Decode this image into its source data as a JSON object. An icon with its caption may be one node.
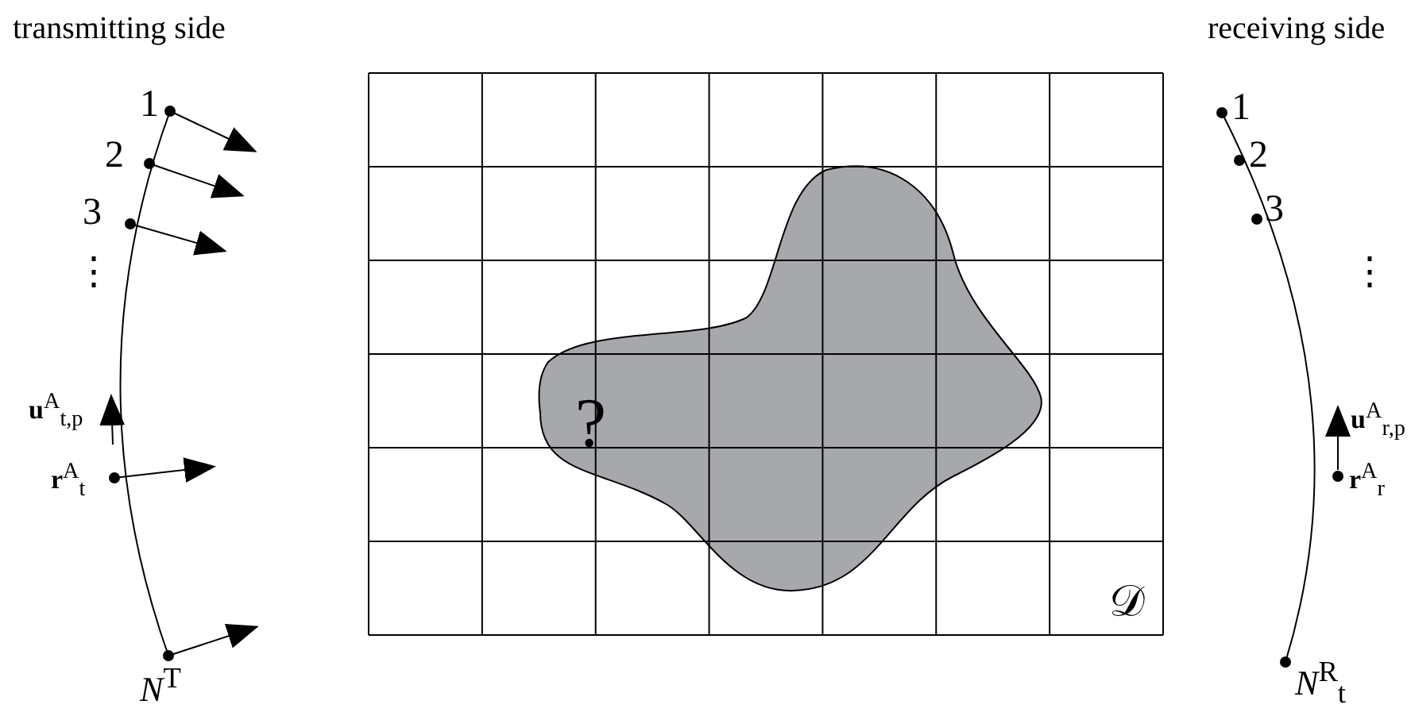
{
  "diagram": {
    "labels": [
      "transmitting side",
      "1",
      "2",
      "3",
      "⋮",
      "**u**$^{A}$$_{t,p}$",
      "**r**$^{A}$$_{t}$",
      "*N*$^{T}$",
      "?",
      "𝒟",
      "receiving side",
      "1",
      "2",
      "3",
      "⋮",
      "**u**$^{A}$$_{r,p}$",
      "**r**$^{A}$$_{r}$",
      "*N*$^{R}$$_{t}$"
    ]
  }
}
